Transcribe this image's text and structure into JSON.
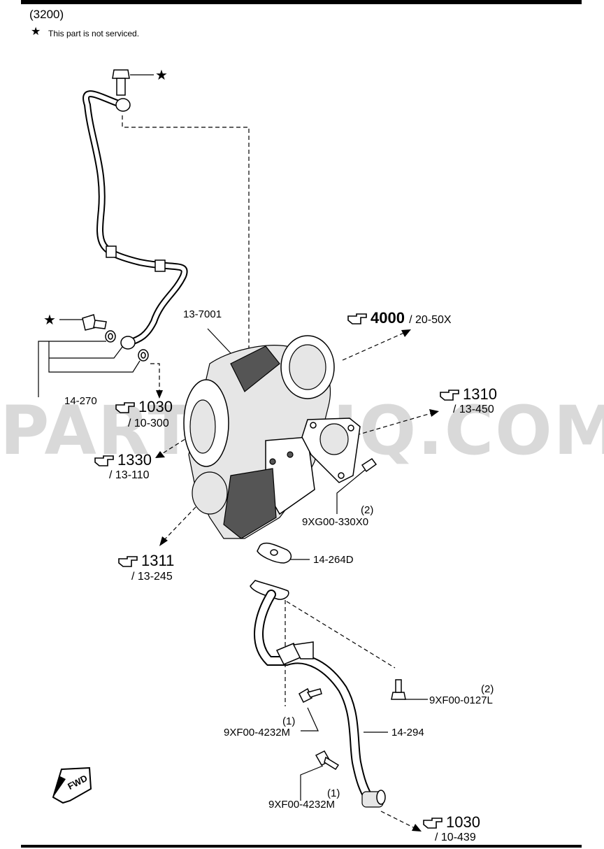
{
  "header": {
    "code": "(3200)",
    "note_symbol": "★",
    "note_text": "This part is not serviced."
  },
  "watermark": "PARTSOUQ.COM",
  "labels": {
    "turbo": "13-7001",
    "oil_feed_bracket": "14-270",
    "drain_gasket": "14-264D",
    "drain_pipe": "14-294",
    "nut": "9XG00-330X0",
    "nut_qty": "(2)",
    "bolt_a": "9XF00-0127L",
    "bolt_a_qty": "(2)",
    "bolt_b": "9XF00-4232M",
    "bolt_b_qty": "(1)",
    "bolt_c": "9XF00-4232M",
    "bolt_c_qty": "(1)",
    "star_top": "★",
    "star_left": "★"
  },
  "refs": [
    {
      "num": "4000",
      "sub": "/ 20-50X"
    },
    {
      "num": "1310",
      "sub": "/ 13-450"
    },
    {
      "num": "1030",
      "sub": "/ 10-300"
    },
    {
      "num": "1330",
      "sub": "/ 13-110"
    },
    {
      "num": "1311",
      "sub": "/ 13-245"
    },
    {
      "num": "1030",
      "sub": "/ 10-439"
    }
  ],
  "fwd": "FWD"
}
